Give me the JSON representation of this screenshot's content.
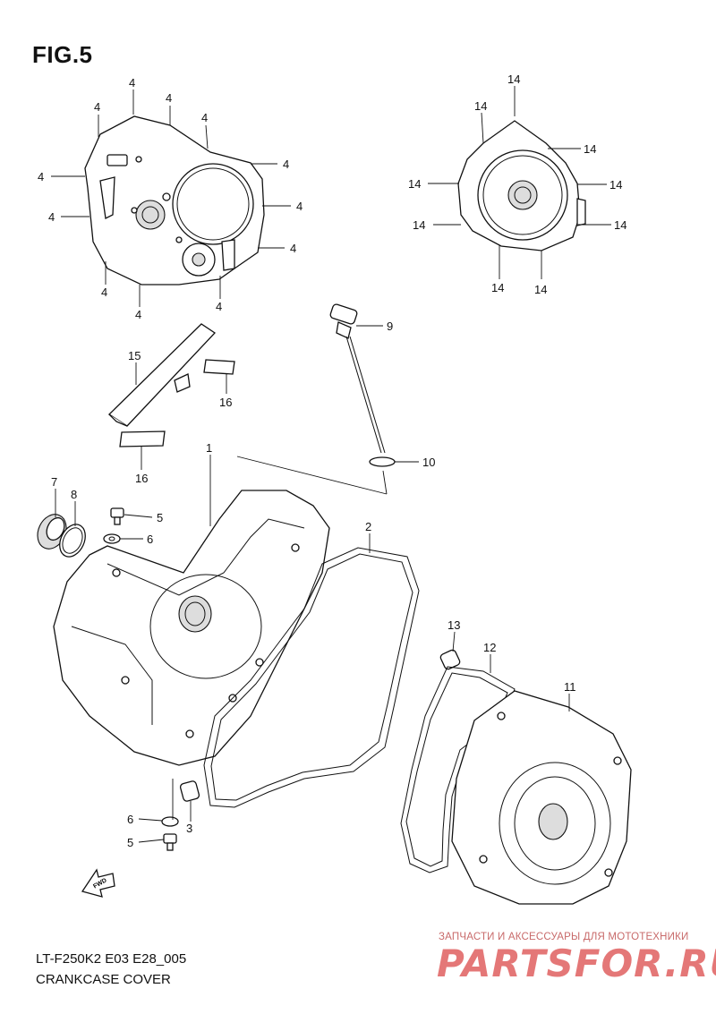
{
  "figure": {
    "title": "FIG.5",
    "code": "LT-F250K2 E03 E28_005",
    "caption": "CRANKCASE COVER"
  },
  "watermark": {
    "tagline": "ЗАПЧАСТИ И АКСЕССУАРЫ ДЛЯ МОТОТЕХНИКИ",
    "logo": "PARTSFOR.RU"
  },
  "fwd_mark": "FWD",
  "callouts": {
    "c1": "1",
    "c2": "2",
    "c3": "3",
    "c4a": "4",
    "c4b": "4",
    "c4c": "4",
    "c4d": "4",
    "c4e": "4",
    "c4f": "4",
    "c4g": "4",
    "c4h": "4",
    "c4i": "4",
    "c4j": "4",
    "c4k": "4",
    "c4l": "4",
    "c5a": "5",
    "c5b": "5",
    "c6a": "6",
    "c6b": "6",
    "c7": "7",
    "c8": "8",
    "c9": "9",
    "c10": "10",
    "c11": "11",
    "c12": "12",
    "c13": "13",
    "c14a": "14",
    "c14b": "14",
    "c14c": "14",
    "c14d": "14",
    "c14e": "14",
    "c14f": "14",
    "c14g": "14",
    "c14h": "14",
    "c14i": "14",
    "c15": "15",
    "c16a": "16",
    "c16b": "16"
  }
}
